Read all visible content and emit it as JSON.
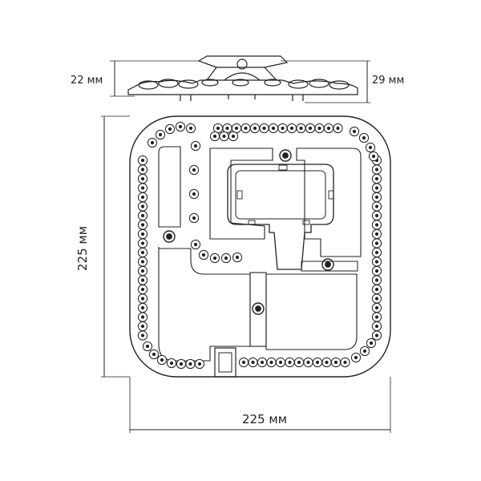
{
  "dimensions": {
    "side_height": "22 мм",
    "total_height": "29 мм",
    "panel_height": "225 мм",
    "panel_width": "225 мм"
  }
}
